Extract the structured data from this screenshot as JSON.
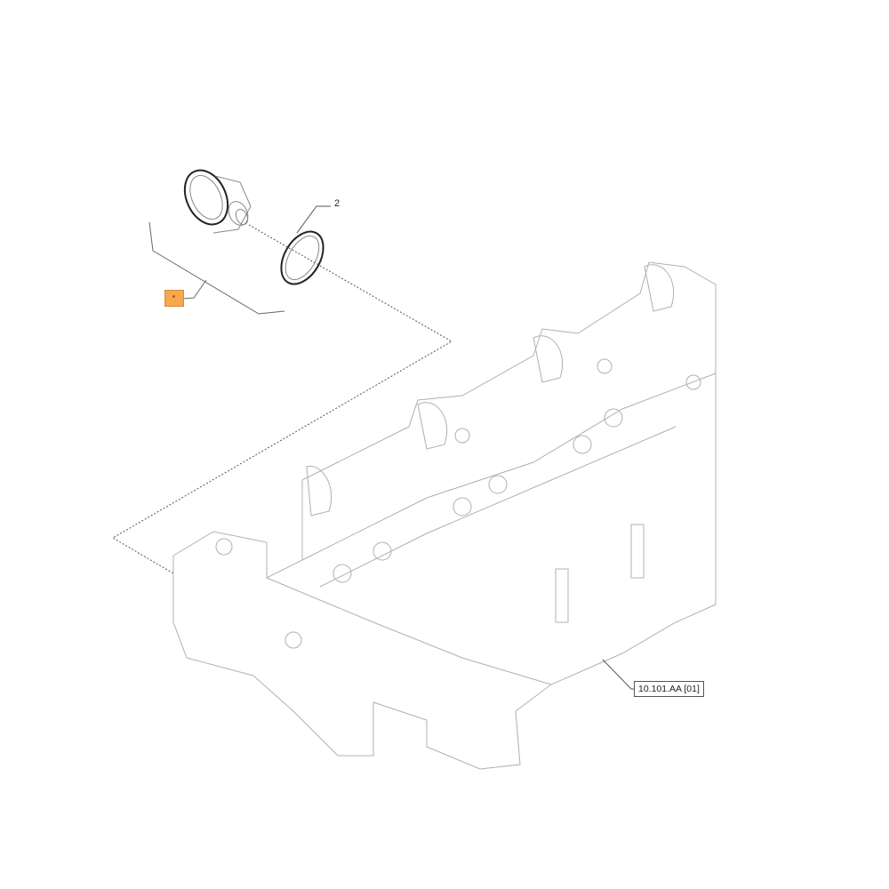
{
  "diagram": {
    "type": "exploded-parts-view",
    "subject": "engine cylinder head with plug and sealing ring",
    "callouts": [
      {
        "id": "part-2",
        "label": "2",
        "refers_to": "sealing ring (O-ring)"
      },
      {
        "id": "ref-cross",
        "label": "10.101.AA [01]",
        "refers_to": "cylinder head"
      }
    ],
    "kit_marker": {
      "label": "",
      "color": "#f7a84f",
      "refers_to": "plug + ring assembly group"
    }
  }
}
